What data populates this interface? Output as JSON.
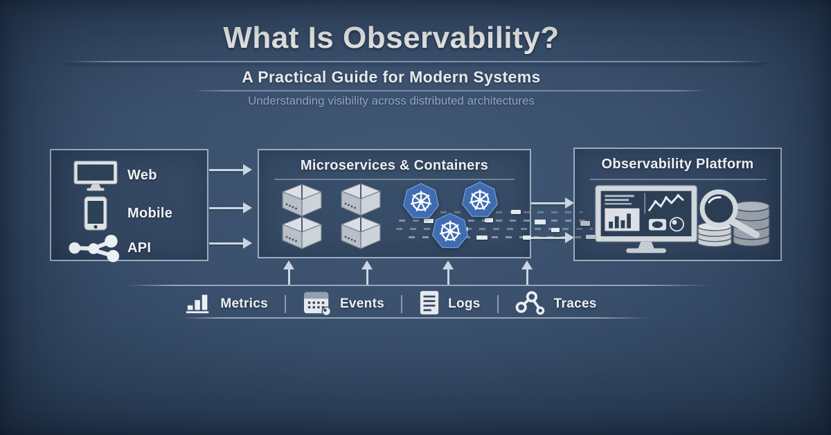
{
  "header": {
    "title": "What Is Observability?",
    "subtitle": "A Practical Guide for Modern Systems",
    "tagline": "Understanding visibility across distributed architectures"
  },
  "sources": {
    "items": [
      {
        "label": "Web",
        "icon": "monitor-icon"
      },
      {
        "label": "Mobile",
        "icon": "mobile-icon"
      },
      {
        "label": "API",
        "icon": "api-nodes-icon"
      }
    ]
  },
  "middle": {
    "title": "Microservices & Containers",
    "icons": [
      "package-icon",
      "package-icon",
      "package-icon",
      "package-icon",
      "kubernetes-icon",
      "kubernetes-icon",
      "kubernetes-icon"
    ]
  },
  "platform": {
    "title": "Observability Platform",
    "icons": [
      "dashboard-monitor-icon",
      "magnifier-icon",
      "database-stack-icon",
      "database-stack-icon"
    ]
  },
  "telemetry": {
    "items": [
      {
        "label": "Metrics",
        "icon": "metrics-bars-icon"
      },
      {
        "label": "Events",
        "icon": "calendar-icon"
      },
      {
        "label": "Logs",
        "icon": "document-icon"
      },
      {
        "label": "Traces",
        "icon": "trace-nodes-icon"
      }
    ]
  },
  "colors": {
    "background_center": "#3d5572",
    "background_edge": "#223349",
    "box_border": "#c6d4e5",
    "text_primary": "#f4f5f3",
    "text_muted": "#93a7bf",
    "kubernetes_blue": "#3e6cb2",
    "icon_light_gray": "#dde3ea",
    "arrow": "#cdd8e3"
  }
}
